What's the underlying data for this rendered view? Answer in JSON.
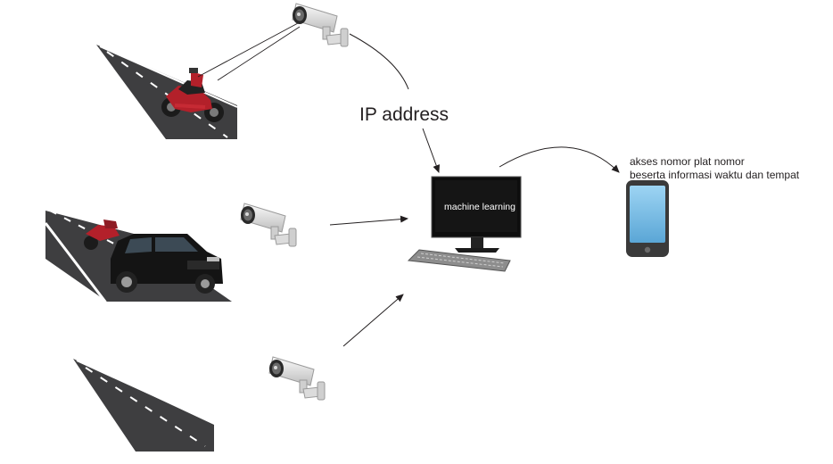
{
  "labels": {
    "ip_address": "IP address",
    "monitor_text": "machine learning",
    "phone_caption_line1": "akses nomor plat nomor",
    "phone_caption_line2": "beserta informasi waktu dan tempat"
  },
  "icons": {
    "camera": "cctv-camera-icon",
    "computer": "desktop-computer-icon",
    "phone": "smartphone-icon",
    "motorcycle": "motorcycle-icon",
    "car": "car-icon",
    "road": "road-icon"
  },
  "colors": {
    "text": "#231f20",
    "asphalt": "#3e3e40",
    "lane_mark": "#ffffff",
    "screen": "#111111",
    "phone_body": "#3a3a3a",
    "phone_screen": "#7cc0e8",
    "camera_body": "#e7e7e7",
    "moto_red": "#b3202a"
  }
}
